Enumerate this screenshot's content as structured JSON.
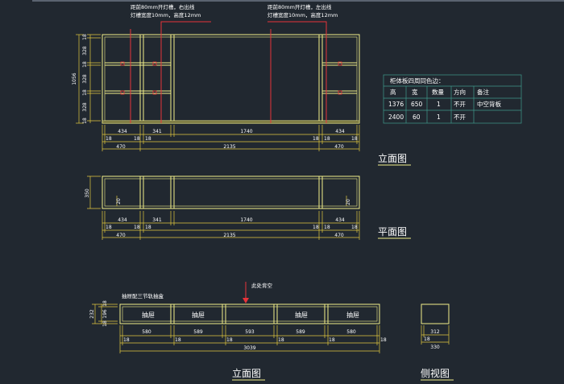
{
  "notes": {
    "groove_right": "距前80mm开灯槽，右出线",
    "groove_left": "距前80mm开灯槽，左出线",
    "groove_size": "灯槽宽度10mm，高度12mm",
    "back_open": "此处背空",
    "drawer_rail": "抽屉配三节轨抽盒"
  },
  "titles": {
    "elevation_upper": "立面图",
    "plan": "平面图",
    "elevation_lower": "立面图",
    "side": "侧视图"
  },
  "elevation": {
    "vertical_dims": [
      "18",
      "328",
      "18",
      "328",
      "18",
      "328",
      "18"
    ],
    "total_height": "1056",
    "inner_widths": [
      "434",
      "341",
      "1740",
      "434"
    ],
    "panel_thickness": [
      "18",
      "18",
      "18",
      "18",
      "18",
      "18"
    ],
    "outer_left": "470",
    "outer_middle": "2135",
    "outer_right": "470"
  },
  "plan": {
    "depth": "350",
    "inset_left": "20",
    "inset_right": "20",
    "inner_widths": [
      "434",
      "341",
      "1740",
      "434"
    ],
    "panel_thickness": [
      "18",
      "18",
      "18",
      "18",
      "18",
      "18"
    ],
    "outer_left": "470",
    "outer_middle": "2135",
    "outer_right": "470"
  },
  "lower_cabinet": {
    "height_total": "232",
    "height_dims": [
      "18",
      "196",
      "18"
    ],
    "drawer_labels": [
      "抽屉",
      "抽屉",
      "抽屉",
      "抽屉"
    ],
    "inner_widths": [
      "580",
      "589",
      "593",
      "589",
      "580"
    ],
    "panel_dims": [
      "18",
      "18",
      "18",
      "18",
      "18",
      "18"
    ],
    "total_width": "3039"
  },
  "side_view": {
    "inner": "312",
    "panel": "18",
    "total": "330"
  },
  "table": {
    "title": "柜体板四周同色边：",
    "headers": [
      "高",
      "宽",
      "数量",
      "方向",
      "备注"
    ],
    "rows": [
      [
        "1376",
        "650",
        "1",
        "不开",
        "中空背板"
      ],
      [
        "2400",
        "60",
        "1",
        "不开",
        ""
      ]
    ]
  },
  "colors": {
    "background": "#212830",
    "cabinet_line": "#f4f08a",
    "dimension_line": "#e3c93f",
    "leader_line": "#e8343a",
    "text": "#ffffff",
    "table_line": "#3f9a8c",
    "title_underline": "#f4f08a"
  }
}
